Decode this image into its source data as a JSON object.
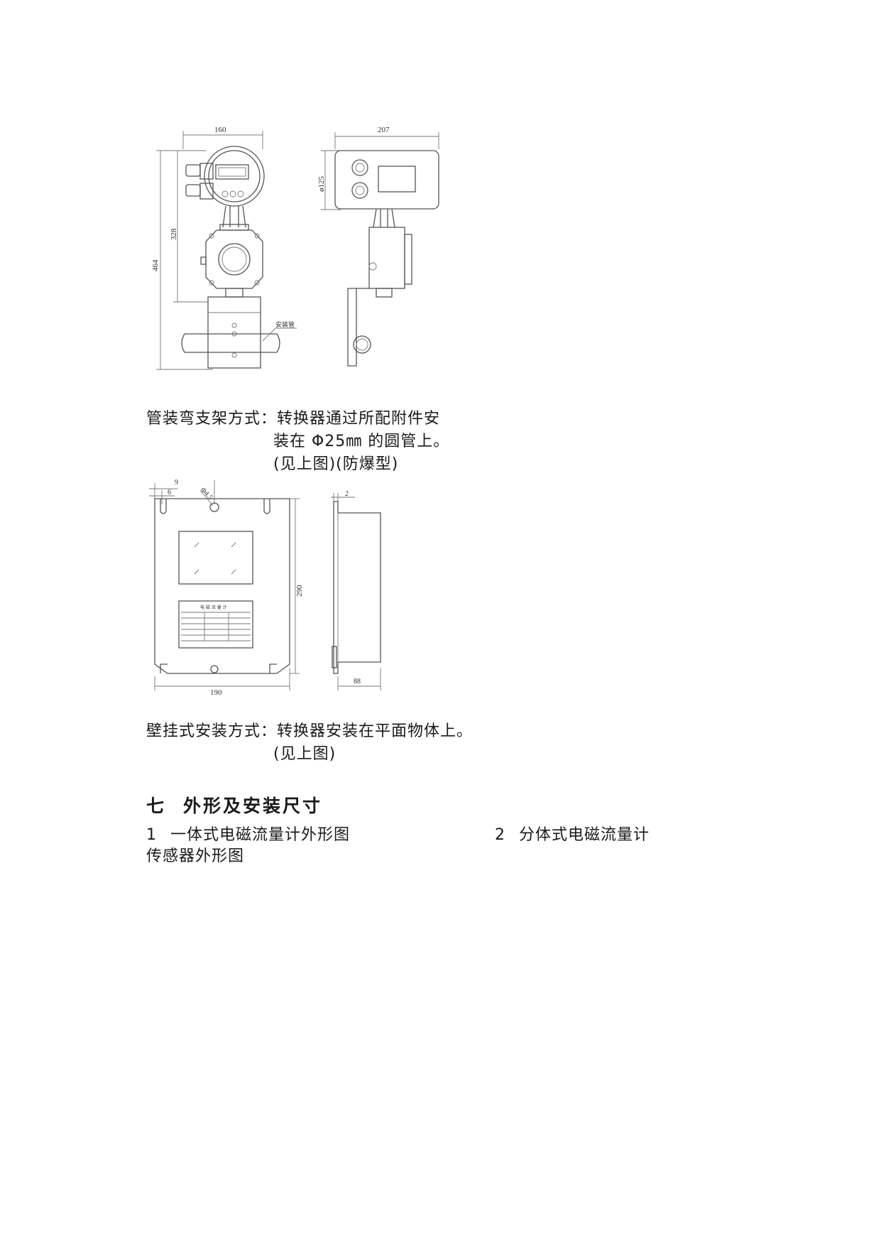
{
  "figure1": {
    "dims": {
      "width_front": "160",
      "width_side": "207",
      "height_total": "464",
      "height_328": "328",
      "diameter": "ø125"
    },
    "pipe_label": "安装管"
  },
  "caption1": {
    "line1": "管装弯支架方式：转换器通过所配附件安",
    "line2": "装在 Φ25㎜ 的圆管上。",
    "line3": "(见上图)(防爆型)"
  },
  "figure2": {
    "dims": {
      "d9": "9",
      "d6": "6",
      "hole": "Φ4.5",
      "d2": "2",
      "height": "290",
      "width": "190",
      "depth": "88"
    },
    "nameplate_title": "电 磁 流 量 计"
  },
  "caption2": {
    "line1": "壁挂式安装方式：转换器安装在平面物体上。",
    "line2": "(见上图)"
  },
  "section": {
    "number": "七",
    "title": "外形及安装尺寸"
  },
  "items": {
    "item1_num": "1",
    "item1_text": "一体式电磁流量计外形图",
    "item2_num": "2",
    "item2_text": "分体式电磁流量计",
    "continuation": "传感器外形图"
  }
}
